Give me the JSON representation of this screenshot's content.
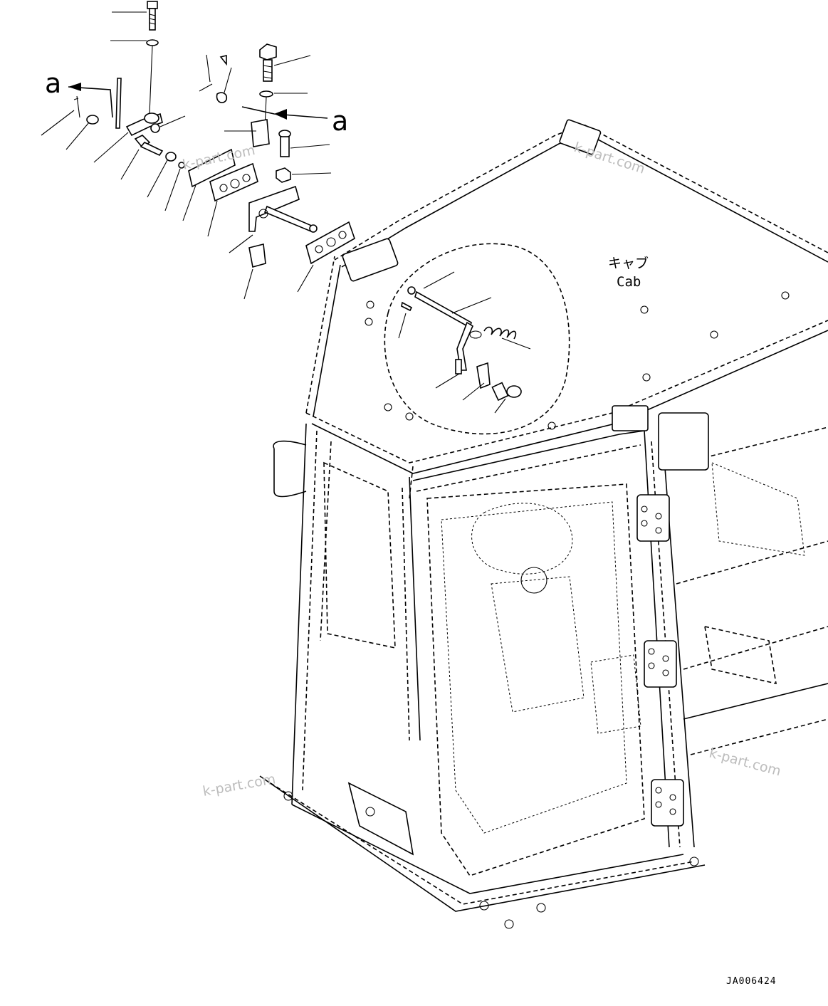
{
  "diagram": {
    "callout_a_left": "a",
    "callout_a_right": "a",
    "cab_label_jp": "キャブ",
    "cab_label_en": "Cab",
    "drawing_code": "JA006424",
    "watermarks": [
      "k-part.com",
      "k-part.com",
      "k-part.com",
      "k-part.com"
    ]
  }
}
